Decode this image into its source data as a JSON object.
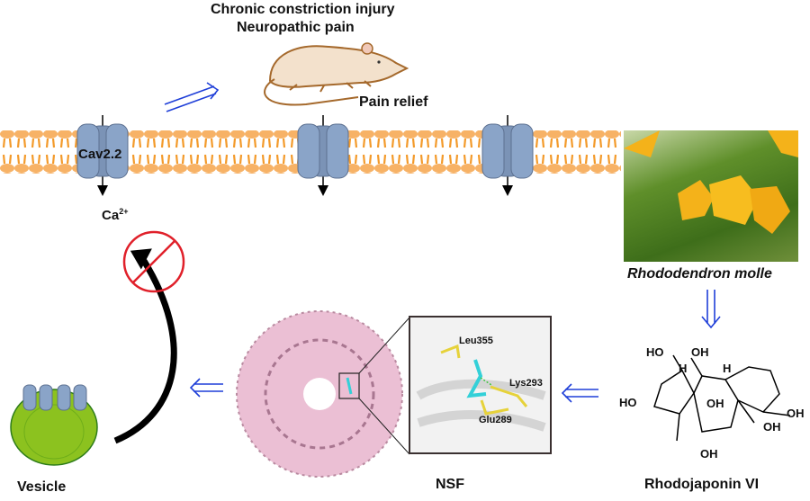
{
  "title_lines": [
    "Chronic constriction injury",
    "Neuropathic pain"
  ],
  "outcome": "Pain relief",
  "channel_label": "Cav2.2",
  "ion_label": "Ca",
  "ion_charge": "2+",
  "plant_name": "Rhododendron molle",
  "compound_name": "Rhodojaponin VI",
  "target_name": "NSF",
  "vesicle_label": "Vesicle",
  "residues": [
    "Leu355",
    "Lys293",
    "Glu289"
  ],
  "compound_groups": [
    "HO",
    "HO",
    "OH",
    "OH",
    "OH",
    "OH",
    "OH",
    "H",
    "H"
  ],
  "colors": {
    "membrane": "#f5a64a",
    "channel": "#8aa4c8",
    "arrow_blue": "#1f3fd8",
    "inhibit_red": "#e0202a",
    "vesicle": "#8cc21f",
    "protein": "#e9b8cf",
    "ligand": "#33d0d8",
    "residue": "#e6d23a"
  }
}
